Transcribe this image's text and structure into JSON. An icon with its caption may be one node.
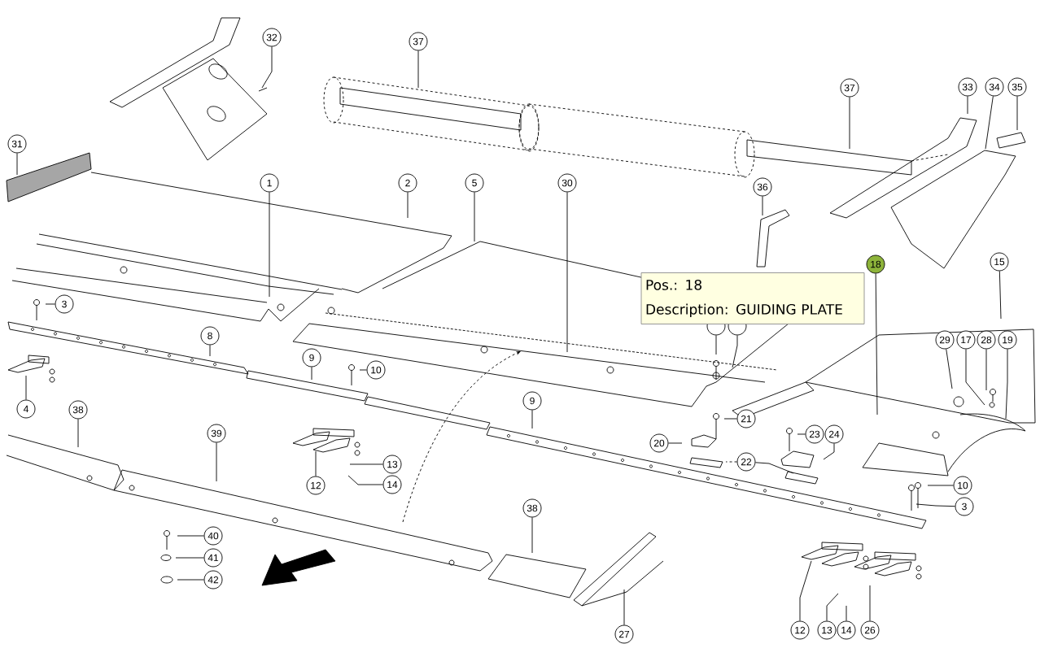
{
  "diagram": {
    "nodes": [
      {
        "text": [
          "32"
        ]
      },
      {
        "text": [
          "37"
        ]
      },
      {
        "text": [
          "33"
        ]
      },
      {
        "text": [
          "34"
        ]
      },
      {
        "text": [
          "35"
        ]
      },
      {
        "text": [
          "37"
        ]
      },
      {
        "text": [
          "31"
        ]
      },
      {
        "text": [
          "1"
        ]
      },
      {
        "text": [
          "2"
        ]
      },
      {
        "text": [
          "5"
        ]
      },
      {
        "text": [
          "30"
        ]
      },
      {
        "text": [
          "36"
        ]
      },
      {
        "text": [
          "15"
        ]
      },
      {
        "text": [
          "18"
        ]
      },
      {
        "text": [
          "Pos.: 18",
          "Description: GUIDING PLATE"
        ]
      },
      {
        "text": [],
        "shape": "circle"
      },
      {
        "text": [],
        "shape": "circle"
      },
      {
        "text": [
          "3"
        ]
      },
      {
        "text": [
          "8"
        ]
      },
      {
        "text": [
          "29"
        ]
      },
      {
        "text": [
          "17"
        ]
      },
      {
        "text": [
          "28"
        ]
      },
      {
        "text": [
          "19"
        ]
      },
      {
        "text": [
          "9"
        ]
      },
      {
        "text": [
          "10"
        ]
      },
      {
        "text": [
          "9"
        ]
      },
      {
        "text": [
          "4"
        ]
      },
      {
        "text": [
          "38"
        ]
      },
      {
        "text": [
          "21"
        ]
      },
      {
        "text": [
          "39"
        ]
      },
      {
        "text": [
          "23"
        ]
      },
      {
        "text": [
          "24"
        ]
      },
      {
        "text": [
          "20"
        ]
      },
      {
        "text": [
          "22"
        ]
      },
      {
        "text": [
          "13"
        ]
      },
      {
        "text": [
          "14"
        ]
      },
      {
        "text": [
          "12"
        ]
      },
      {
        "text": [
          "10"
        ]
      },
      {
        "text": [
          "3"
        ]
      },
      {
        "text": [
          "38"
        ]
      },
      {
        "text": [
          "40"
        ]
      },
      {
        "text": [
          "41"
        ]
      },
      {
        "text": [
          "42"
        ]
      },
      {
        "text": [
          "12"
        ]
      },
      {
        "text": [
          "13"
        ]
      },
      {
        "text": [
          "14"
        ]
      },
      {
        "text": [
          "26"
        ]
      },
      {
        "text": [
          "27"
        ]
      }
    ],
    "edges": [
      {
        "from": 0,
        "to": null,
        "arrow": "none"
      },
      {
        "from": 1,
        "to": null,
        "arrow": "none"
      },
      {
        "from": 2,
        "to": null,
        "arrow": "none"
      },
      {
        "from": 3,
        "to": null,
        "arrow": "none"
      },
      {
        "from": 4,
        "to": null,
        "arrow": "none"
      },
      {
        "from": 5,
        "to": null,
        "arrow": "none"
      },
      {
        "from": 6,
        "to": null,
        "arrow": "none"
      },
      {
        "from": 7,
        "to": null,
        "arrow": "none"
      },
      {
        "from": 8,
        "to": null,
        "arrow": "none"
      },
      {
        "from": 9,
        "to": null,
        "arrow": "none"
      },
      {
        "from": 10,
        "to": null,
        "arrow": "none"
      },
      {
        "from": 11,
        "to": null,
        "arrow": "none"
      },
      {
        "from": 12,
        "to": null,
        "arrow": "none"
      },
      {
        "from": 13,
        "to": null,
        "arrow": "none"
      },
      {
        "from": 15,
        "to": null,
        "arrow": "none"
      },
      {
        "from": 16,
        "to": null,
        "arrow": "none"
      },
      {
        "from": 17,
        "to": null,
        "arrow": "none"
      },
      {
        "from": 18,
        "to": null,
        "arrow": "none"
      },
      {
        "from": 19,
        "to": null,
        "arrow": "none"
      },
      {
        "from": 20,
        "to": null,
        "arrow": "none"
      },
      {
        "from": 21,
        "to": null,
        "arrow": "none"
      },
      {
        "from": 22,
        "to": null,
        "arrow": "none"
      },
      {
        "from": 23,
        "to": null,
        "arrow": "none"
      },
      {
        "from": 24,
        "to": null,
        "arrow": "none"
      },
      {
        "from": 25,
        "to": null,
        "arrow": "none"
      },
      {
        "from": 26,
        "to": null,
        "arrow": "none"
      },
      {
        "from": 27,
        "to": null,
        "arrow": "none"
      },
      {
        "from": 28,
        "to": null,
        "arrow": "none"
      },
      {
        "from": 29,
        "to": null,
        "arrow": "none"
      },
      {
        "from": 30,
        "to": null,
        "arrow": "none"
      },
      {
        "from": 31,
        "to": null,
        "arrow": "none"
      },
      {
        "from": 32,
        "to": null,
        "arrow": "none"
      },
      {
        "from": 33,
        "to": null,
        "arrow": "none",
        "style": "dashed"
      },
      {
        "from": 33,
        "to": null,
        "arrow": "none"
      },
      {
        "from": 34,
        "to": null,
        "arrow": "none"
      },
      {
        "from": 35,
        "to": null,
        "arrow": "none"
      },
      {
        "from": 36,
        "to": null,
        "arrow": "none"
      },
      {
        "from": 37,
        "to": null,
        "arrow": "none"
      },
      {
        "from": 38,
        "to": null,
        "arrow": "none"
      },
      {
        "from": 39,
        "to": null,
        "arrow": "none"
      },
      {
        "from": 40,
        "to": null,
        "arrow": "none"
      },
      {
        "from": 41,
        "to": null,
        "arrow": "none"
      },
      {
        "from": 42,
        "to": null,
        "arrow": "none"
      },
      {
        "from": 43,
        "to": null,
        "arrow": "none"
      },
      {
        "from": 44,
        "to": null,
        "arrow": "none"
      },
      {
        "from": 45,
        "to": null,
        "arrow": "none"
      },
      {
        "from": 46,
        "to": null,
        "arrow": "none"
      },
      {
        "from": 47,
        "to": null,
        "arrow": "none"
      }
    ]
  }
}
